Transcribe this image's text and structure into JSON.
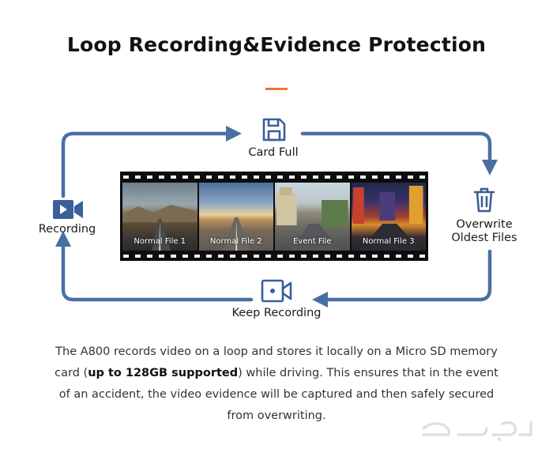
{
  "title": "Loop Recording&Evidence Protection",
  "nodes": {
    "top": "Card Full",
    "right_line1": "Overwrite",
    "right_line2": "Oldest Files",
    "bottom": "Keep Recording",
    "left": "Recording"
  },
  "icons": {
    "top": "save-icon",
    "right": "trash-icon",
    "bottom": "video-camera-icon",
    "left": "video-camera-icon"
  },
  "frames": [
    {
      "label": "Normal File 1"
    },
    {
      "label": "Normal File 2"
    },
    {
      "label": "Event File"
    },
    {
      "label": "Normal File 3"
    }
  ],
  "description": {
    "part1": "The A800 records video on a loop and stores it locally on a Micro SD memory card (",
    "bold": "up to 128GB supported",
    "part2": ") while driving. This ensures that in the event of an accident, the video evidence will be captured and then safely secured from overwriting."
  },
  "watermark": "حراج",
  "colors": {
    "loop": "#4a6fa5",
    "accent": "#e8753a",
    "icon": "#3a5f99"
  }
}
